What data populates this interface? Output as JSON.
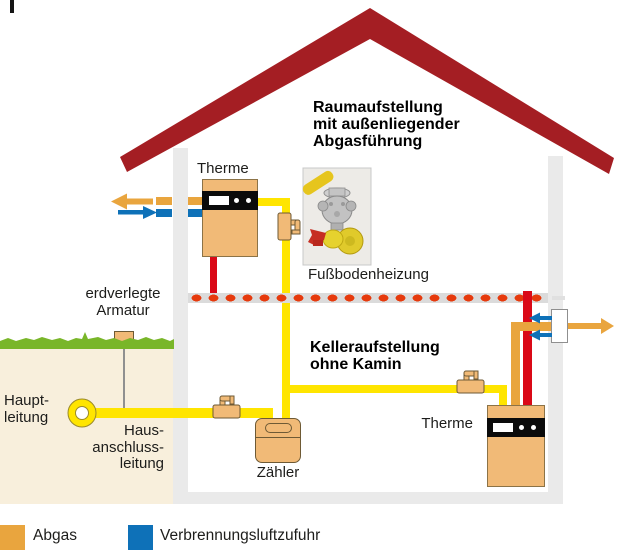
{
  "palette": {
    "roof": "#a41e23",
    "wall": "#eaeaea",
    "gas_pipe": "#ffe500",
    "heating_pipe": "#da0917",
    "floor_dots": "#e63a0d",
    "exhaust": "#e9a53e",
    "combustion_air": "#0e71b8",
    "appliance": "#f1ba77",
    "ground": "#f8efdc",
    "grass": "#79b629"
  },
  "upper_room": {
    "heading": [
      "Raumaufstellung",
      "mit außenliegender",
      "Abgasführung"
    ],
    "boiler_label": "Therme",
    "floor_heating_label": "Fußbodenheizung"
  },
  "basement": {
    "heading": [
      "Kelleraufstellung",
      "ohne Kamin"
    ],
    "boiler_label": "Therme",
    "meter_label": "Zähler"
  },
  "outside": {
    "buried_fitting_label": [
      "erdverlegte",
      "Armatur"
    ],
    "main_line_label": [
      "Haupt-",
      "leitung"
    ],
    "service_line_label": [
      "Haus-",
      "anschluss-",
      "leitung"
    ]
  },
  "legend": {
    "items": [
      {
        "label": "Abgas",
        "color": "#e9a53e"
      },
      {
        "label": "Verbrennungsluftzufuhr",
        "color": "#0e71b8"
      }
    ]
  }
}
